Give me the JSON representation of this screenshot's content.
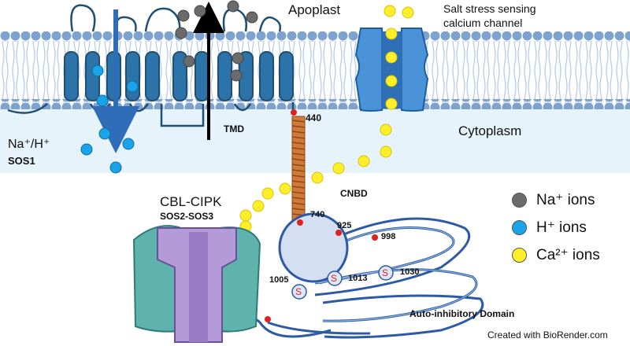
{
  "labels": {
    "apoplast": "Apoplast",
    "cytoplasm": "Cytoplasm",
    "channel_line1": "Salt stress sensing",
    "channel_line2": "calcium channel",
    "nah_main": "Na⁺/H⁺",
    "sos1": "SOS1",
    "tmd": "TMD",
    "cnbd": "CNBD",
    "cbl_cipk": "CBL-CIPK",
    "sos2_sos3": "SOS2-SOS3",
    "auto_inhibitory": "Auto-inhibitory Domain",
    "credit": "Created with BioRender.com",
    "residues": [
      "440",
      "740",
      "925",
      "998",
      "1005",
      "1013",
      "1030"
    ],
    "phospho_symbol": "S"
  },
  "legend": [
    {
      "label": "Na⁺ ions",
      "color": "#6b6b6b"
    },
    {
      "label": "H⁺ ions",
      "color": "#1aa3e8"
    },
    {
      "label": "Ca²⁺ ions",
      "color": "#ffef2a"
    }
  ],
  "colors": {
    "membrane_head": "#7fa3cf",
    "helix": "#2b73a8",
    "cnbd_coil": "#d07a3a",
    "cipk_teal": "#5fb3ad",
    "cipk_purple": "#b49ad8",
    "na_ion": "#6b6b6b",
    "h_ion": "#1aa3e8",
    "ca_ion": "#ffef2a",
    "phospho_site": "#e02020"
  }
}
